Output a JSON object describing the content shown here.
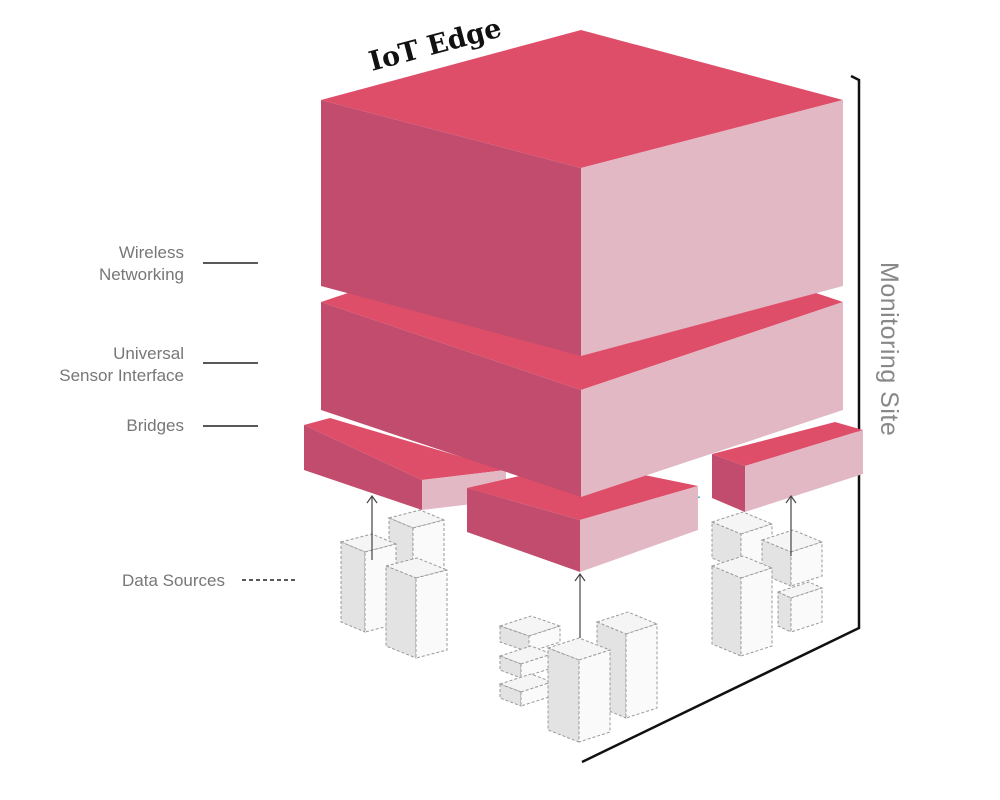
{
  "title": "IoT Edge",
  "side_label": "Monitoring Site",
  "layers": [
    {
      "id": "wireless",
      "lines": [
        "Wireless",
        "Networking"
      ]
    },
    {
      "id": "sensor",
      "lines": [
        "Universal",
        "Sensor Interface"
      ]
    },
    {
      "id": "bridges",
      "lines": [
        "Bridges"
      ]
    },
    {
      "id": "sources",
      "lines": [
        "Data Sources"
      ]
    }
  ],
  "colors": {
    "block_top": "#df4e69",
    "block_left": "#c24c6d",
    "block_right": "#e2b8c5",
    "connector": "#5ab4c6"
  },
  "icons": {
    "buildings": "isometric-building-cluster-icon",
    "arrows": "upward-data-arrow-icon"
  }
}
